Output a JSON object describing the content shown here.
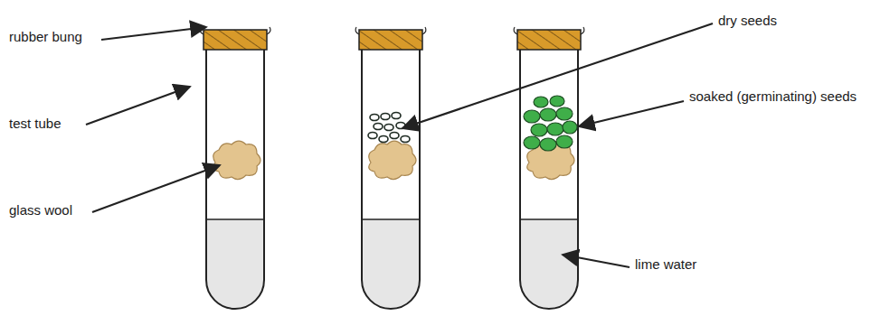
{
  "diagram": {
    "labels": [
      "rubber bung",
      "test tube",
      "glass wool",
      "dry seeds",
      "soaked (germinating) seeds",
      "lime water"
    ]
  }
}
